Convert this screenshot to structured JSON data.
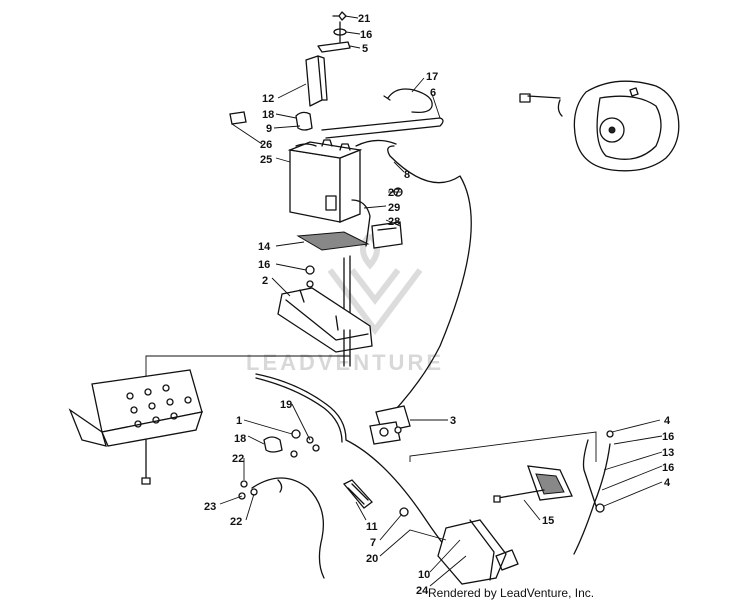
{
  "watermark": {
    "text": "LEADVENTURE"
  },
  "credit": "Rendered by LeadVenture, Inc.",
  "callouts": {
    "c21": "21",
    "c16a": "16",
    "c5": "5",
    "c12": "12",
    "c18a": "18",
    "c9": "9",
    "c26": "26",
    "c25": "25",
    "c17": "17",
    "c6": "6",
    "c8": "8",
    "c27": "27",
    "c29": "29",
    "c28": "28",
    "c14": "14",
    "c16b": "16",
    "c2": "2",
    "c3": "3",
    "c1": "1",
    "c19": "19",
    "c18b": "18",
    "c22a": "22",
    "c23": "23",
    "c22b": "22",
    "c11": "11",
    "c7": "7",
    "c20": "20",
    "c10": "10",
    "c24": "24",
    "c15": "15",
    "c4a": "4",
    "c16c": "16",
    "c13": "13",
    "c16d": "16",
    "c4b": "4"
  }
}
